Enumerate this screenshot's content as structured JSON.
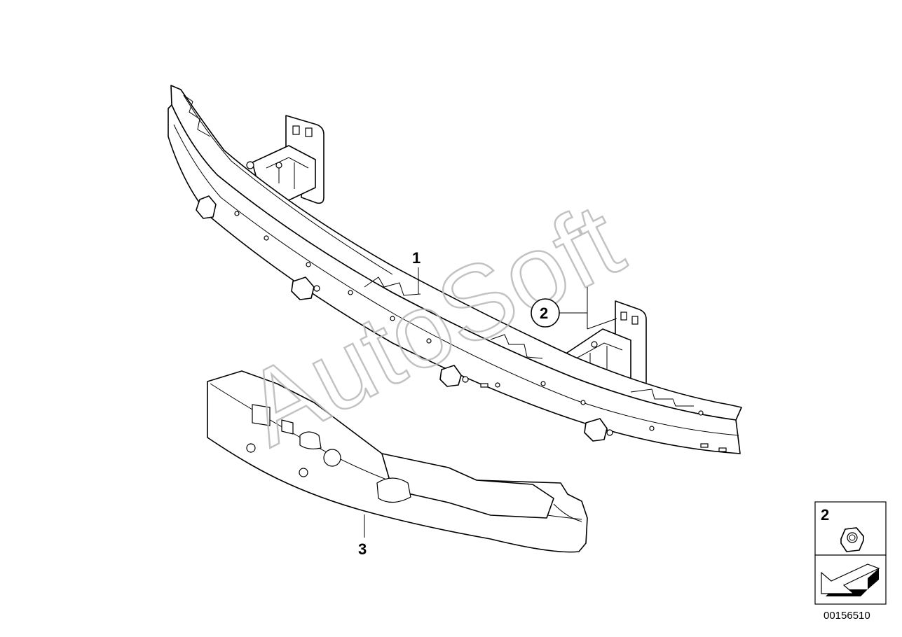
{
  "diagram": {
    "callouts": [
      {
        "id": "1",
        "label": "1"
      },
      {
        "id": "2",
        "label": "2"
      },
      {
        "id": "3",
        "label": "3"
      }
    ],
    "legend": {
      "part_number": "2",
      "part_icon": "hex-nut-icon",
      "arrow_icon": "direction-arrow-icon"
    },
    "watermark": "AutoSoft",
    "diagram_id": "00156510"
  }
}
